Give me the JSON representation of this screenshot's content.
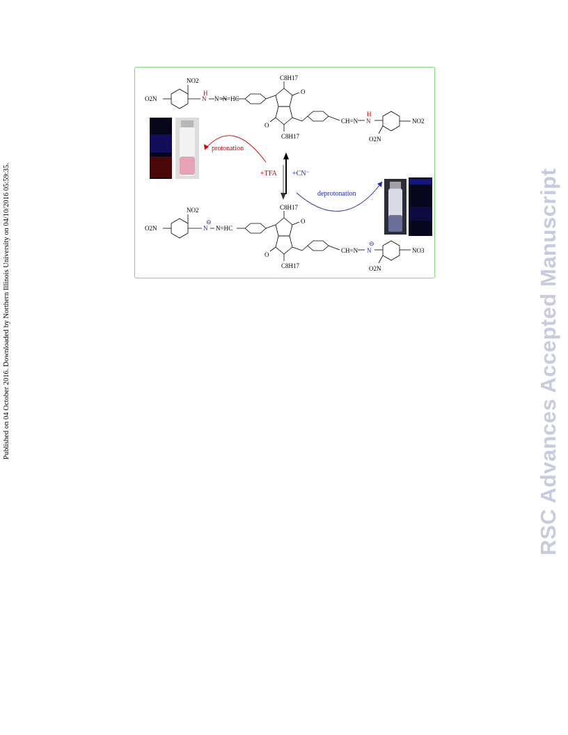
{
  "sidebar_left": {
    "text": "Published on 04 October 2016. Downloaded by Northern Illinois University on 04/10/2016 05:59:35."
  },
  "sidebar_right": {
    "text": "RSC Advances Accepted Manuscript"
  },
  "figure": {
    "top_molecule": {
      "no2_top": "NO2",
      "o2n_left": "O2N",
      "nh_label": "N",
      "h_label": "H",
      "azo_left": "N=N=HC",
      "c8h17_top": "C8H17",
      "c8h17_bottom": "C8H17",
      "o_top": "O",
      "o_bottom": "O",
      "azo_right": "CH=N",
      "nh_right": "N",
      "h_right": "H",
      "no2_right": "NO2",
      "o2n_bottom": "O2N"
    },
    "bottom_molecule": {
      "no2_top": "NO2",
      "o2n_left": "O2N",
      "n_minus_left": "N",
      "minus_sign": "⊖",
      "azo_left": "N=HC",
      "c8h17_top": "C8H17",
      "c8h17_bottom": "C8H17",
      "o_top": "O",
      "o_bottom": "O",
      "azo_right": "CH=N",
      "n_minus_right": "N",
      "no2_right": "NO3",
      "o2n_bottom": "O2N"
    },
    "arrows": {
      "protonation": "protonation",
      "deprotonation": "deprotonation",
      "reagent_left": "+TFA",
      "reagent_right": "+CN⁻"
    },
    "colors": {
      "protonation": "#d40000",
      "deprotonation": "#1a2aa8",
      "border": "#7fd67f"
    }
  }
}
